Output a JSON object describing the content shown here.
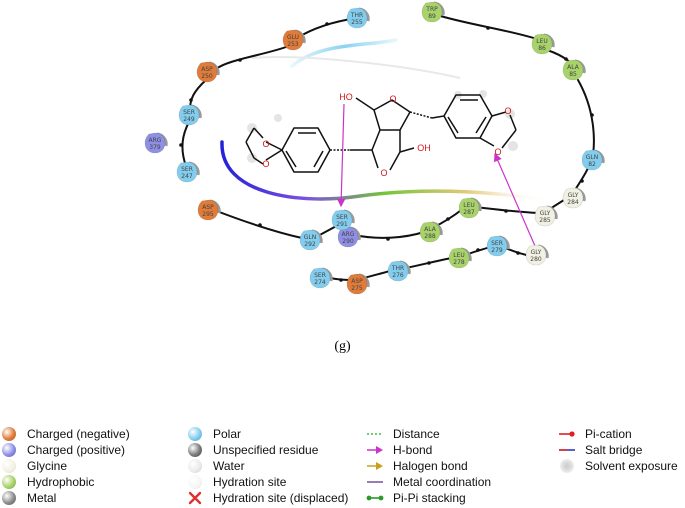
{
  "caption": "(g)",
  "colors": {
    "negative": "#e07b39",
    "positive": "#8f8fe6",
    "glycine": "#f1f1e3",
    "hydrophobic": "#a8d26a",
    "metal": "#8c8c8c",
    "polar": "#82cdee",
    "unspecified": "#7a7a7a",
    "water": "#e9e9e9",
    "hbond": "#cc33cc",
    "backbone": "#111111"
  },
  "residues": [
    {
      "name": "THR",
      "num": "255",
      "type": "polar"
    },
    {
      "name": "GLU",
      "num": "253",
      "type": "negative"
    },
    {
      "name": "ASP",
      "num": "250",
      "type": "negative"
    },
    {
      "name": "SER",
      "num": "249",
      "type": "polar"
    },
    {
      "name": "ARG",
      "num": "379",
      "type": "positive"
    },
    {
      "name": "SER",
      "num": "247",
      "type": "polar"
    },
    {
      "name": "TRP",
      "num": "89",
      "type": "hydrophobic"
    },
    {
      "name": "LEU",
      "num": "86",
      "type": "hydrophobic"
    },
    {
      "name": "ALA",
      "num": "85",
      "type": "hydrophobic"
    },
    {
      "name": "GLN",
      "num": "82",
      "type": "polar"
    },
    {
      "name": "GLY",
      "num": "284",
      "type": "glycine"
    },
    {
      "name": "GLY",
      "num": "285",
      "type": "glycine"
    },
    {
      "name": "LEU",
      "num": "287",
      "type": "hydrophobic"
    },
    {
      "name": "ALA",
      "num": "288",
      "type": "hydrophobic"
    },
    {
      "name": "ARG",
      "num": "290",
      "type": "positive"
    },
    {
      "name": "SER",
      "num": "291",
      "type": "polar"
    },
    {
      "name": "GLN",
      "num": "292",
      "type": "polar"
    },
    {
      "name": "ASP",
      "num": "295",
      "type": "negative"
    },
    {
      "name": "SER",
      "num": "274",
      "type": "polar"
    },
    {
      "name": "ASP",
      "num": "275",
      "type": "negative"
    },
    {
      "name": "THR",
      "num": "276",
      "type": "polar"
    },
    {
      "name": "LEU",
      "num": "278",
      "type": "hydrophobic"
    },
    {
      "name": "SER",
      "num": "279",
      "type": "polar"
    },
    {
      "name": "GLY",
      "num": "280",
      "type": "glycine"
    }
  ],
  "ligand_labels": {
    "ho": "HO",
    "oh": "OH",
    "o": "O"
  },
  "legend": {
    "col1": [
      {
        "label": "Charged (negative)",
        "color": "#e07b39"
      },
      {
        "label": "Charged (positive)",
        "color": "#8f8fe6"
      },
      {
        "label": "Glycine",
        "color": "#f1f1e3"
      },
      {
        "label": "Hydrophobic",
        "color": "#a8d26a"
      },
      {
        "label": "Metal",
        "color": "#8c8c8c"
      }
    ],
    "col2": [
      {
        "label": "Polar",
        "color": "#82cdee"
      },
      {
        "label": "Unspecified residue",
        "color": "#7a7a7a"
      },
      {
        "label": "Water",
        "color": "#e9e9e9"
      },
      {
        "label": "Hydration site",
        "color": "#f4f4f4"
      },
      {
        "label": "Hydration site (displaced)",
        "color": "#e03030"
      }
    ],
    "col3": [
      {
        "label": "Distance",
        "color": "#3fbf3f"
      },
      {
        "label": "H-bond",
        "color": "#cc33cc"
      },
      {
        "label": "Halogen bond",
        "color": "#c8a020"
      },
      {
        "label": "Metal coordination",
        "color": "#8a6fb0"
      },
      {
        "label": "Pi-Pi stacking",
        "color": "#2a9a2a"
      }
    ],
    "col4": [
      {
        "label": "Pi-cation",
        "color": "#e02020"
      },
      {
        "label": "Salt bridge",
        "color": "#6a4ad0"
      },
      {
        "label": "Solvent exposure",
        "color": "#cccccc"
      }
    ]
  }
}
